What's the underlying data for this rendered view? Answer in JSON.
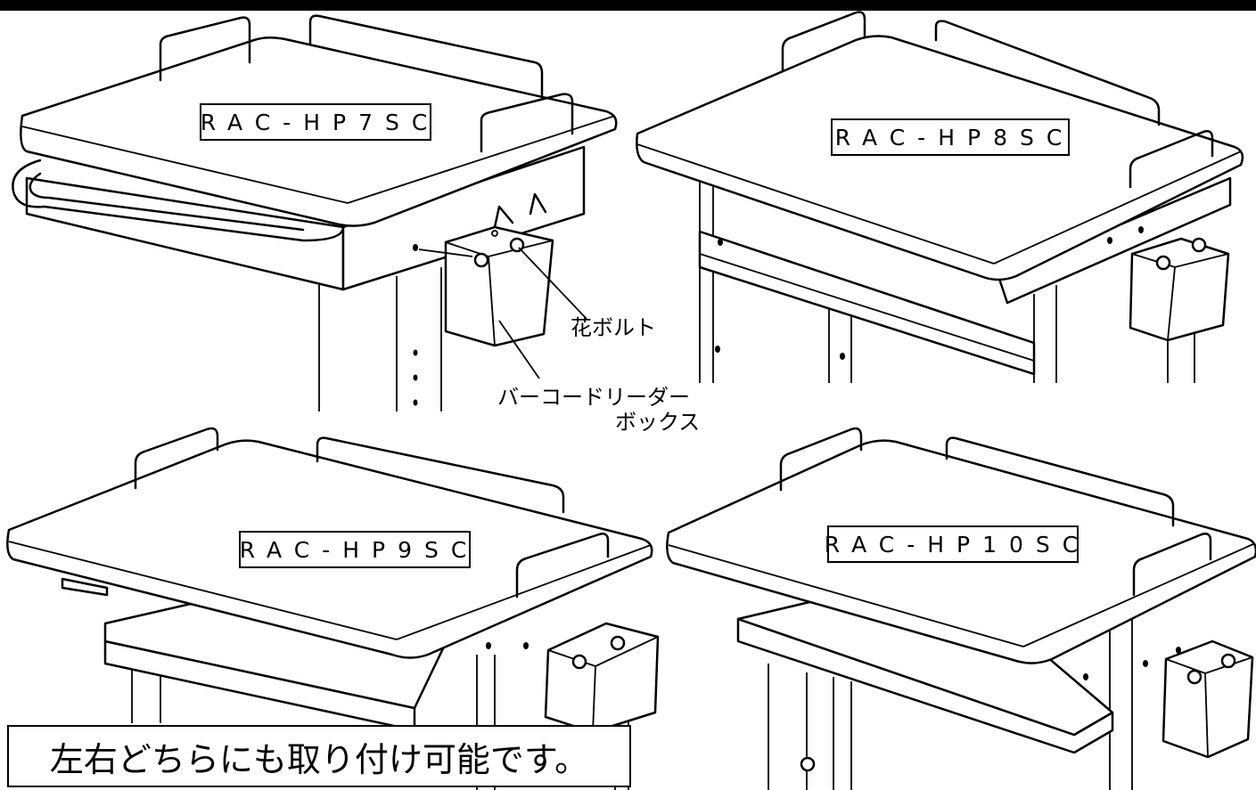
{
  "models": [
    {
      "id": "rac-hp7sc",
      "name": "RAC-HP7SC"
    },
    {
      "id": "rac-hp8sc",
      "name": "RAC-HP8SC"
    },
    {
      "id": "rac-hp9sc",
      "name": "RAC-HP9SC"
    },
    {
      "id": "rac-hp10sc",
      "name": "RAC-HP10SC"
    }
  ],
  "callouts": {
    "flower_bolt": "花ボルト",
    "barcode_box_line1": "バーコードリーダー",
    "barcode_box_line2": "ボックス"
  },
  "note": "左右どちらにも取り付け可能です。"
}
